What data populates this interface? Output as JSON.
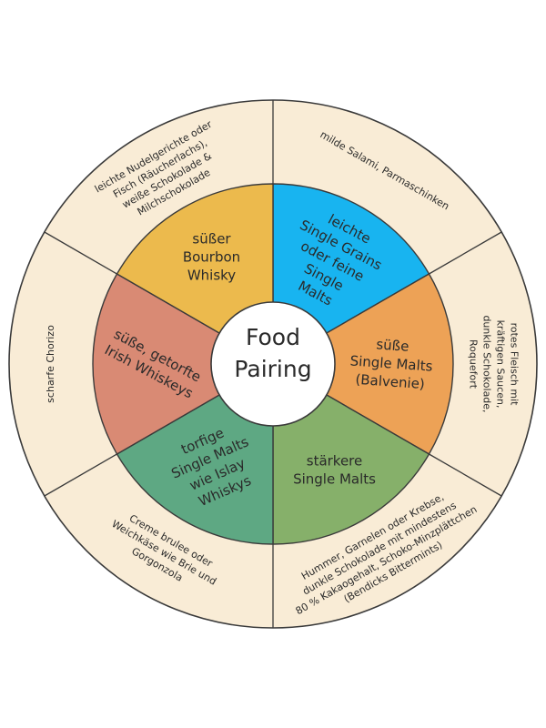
{
  "center": {
    "line1": "Food",
    "line2": "Pairing"
  },
  "colors": {
    "outer_ring": "#f9ecd6",
    "stroke": "#3a3a3a",
    "center_fill": "#ffffff"
  },
  "segments": [
    {
      "color": "#18b4f0",
      "whisky_lines": [
        "leichte",
        "Single Grains",
        "oder feine",
        "Single",
        "Malts"
      ],
      "food_lines": [
        "leichte Nudelgerichte oder",
        "Fisch (Räucherlachs),",
        "weiße Schokolade &",
        "Milchschokolade"
      ]
    },
    {
      "color": "#eda256",
      "whisky_lines": [
        "süße",
        "Single Malts",
        "(Balvenie)"
      ],
      "food_lines": [
        "milde Salami, Parmaschinken"
      ]
    },
    {
      "color": "#86b06a",
      "whisky_lines": [
        "stärkere",
        "Single Malts"
      ],
      "food_lines": [
        "rotes Fleisch mit",
        "kräftigen Saucen,",
        "dunkle Schokolade,",
        "Roquefort"
      ]
    },
    {
      "color": "#5ea883",
      "whisky_lines": [
        "torfige",
        "Single Malts",
        "wie Islay",
        "Whiskys"
      ],
      "food_lines": [
        "Hummer, Garnelen oder Krebse,",
        "dunkle Schokolade mit mindestens",
        "80 % Kakaogehalt, Schoko-Minzplättchen",
        "(Bendicks Bittermints)"
      ]
    },
    {
      "color": "#d98a74",
      "whisky_lines": [
        "süße, getorfte",
        "Irish Whiskeys"
      ],
      "food_lines": [
        "Creme brulee oder",
        "Weichkäse wie Brie und",
        "Gorgonzola"
      ]
    },
    {
      "color": "#ecba4d",
      "whisky_lines": [
        "süßer",
        "Bourbon",
        "Whisky"
      ],
      "food_lines": [
        "scharfe Chorizo"
      ]
    }
  ]
}
